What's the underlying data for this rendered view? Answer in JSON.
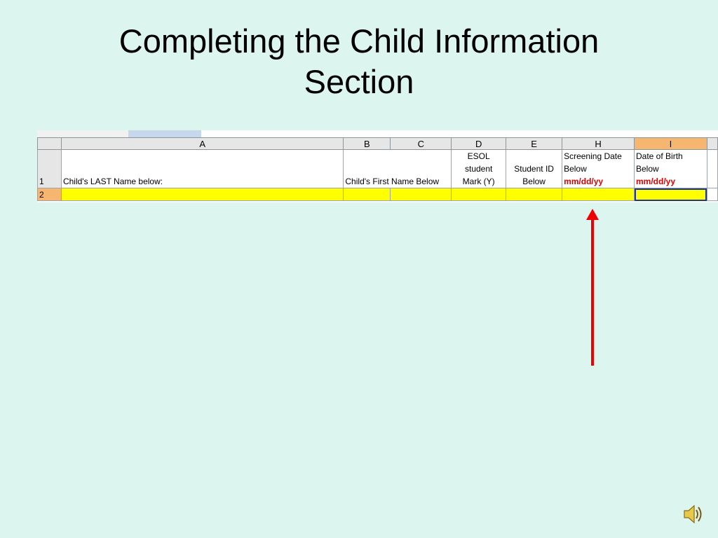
{
  "slide": {
    "title_line1": "Completing the Child Information",
    "title_line2": "Section"
  },
  "spreadsheet": {
    "column_headers": [
      "A",
      "B",
      "C",
      "D",
      "E",
      "H",
      "I"
    ],
    "selected_column": "I",
    "rows": [
      {
        "number": "1",
        "cells": {
          "A": "Child's  LAST Name below:",
          "BC": "Child's First Name Below",
          "D": [
            "ESOL",
            "student",
            "Mark (Y)"
          ],
          "E": [
            "Student ID",
            "Below"
          ],
          "H": [
            "Screening Date",
            "Below",
            "mm/dd/yy"
          ],
          "I": [
            "Date of Birth",
            "Below",
            "mm/dd/yy"
          ]
        }
      },
      {
        "number": "2",
        "cells": {}
      }
    ]
  },
  "colors": {
    "background": "#dcf5ef",
    "highlight_row": "#ffff00",
    "selected_header": "#f7b66f",
    "date_format_text": "#e00000",
    "arrow": "#ee0000"
  },
  "icons": {
    "arrow": "up-arrow-icon",
    "audio": "speaker-icon"
  }
}
